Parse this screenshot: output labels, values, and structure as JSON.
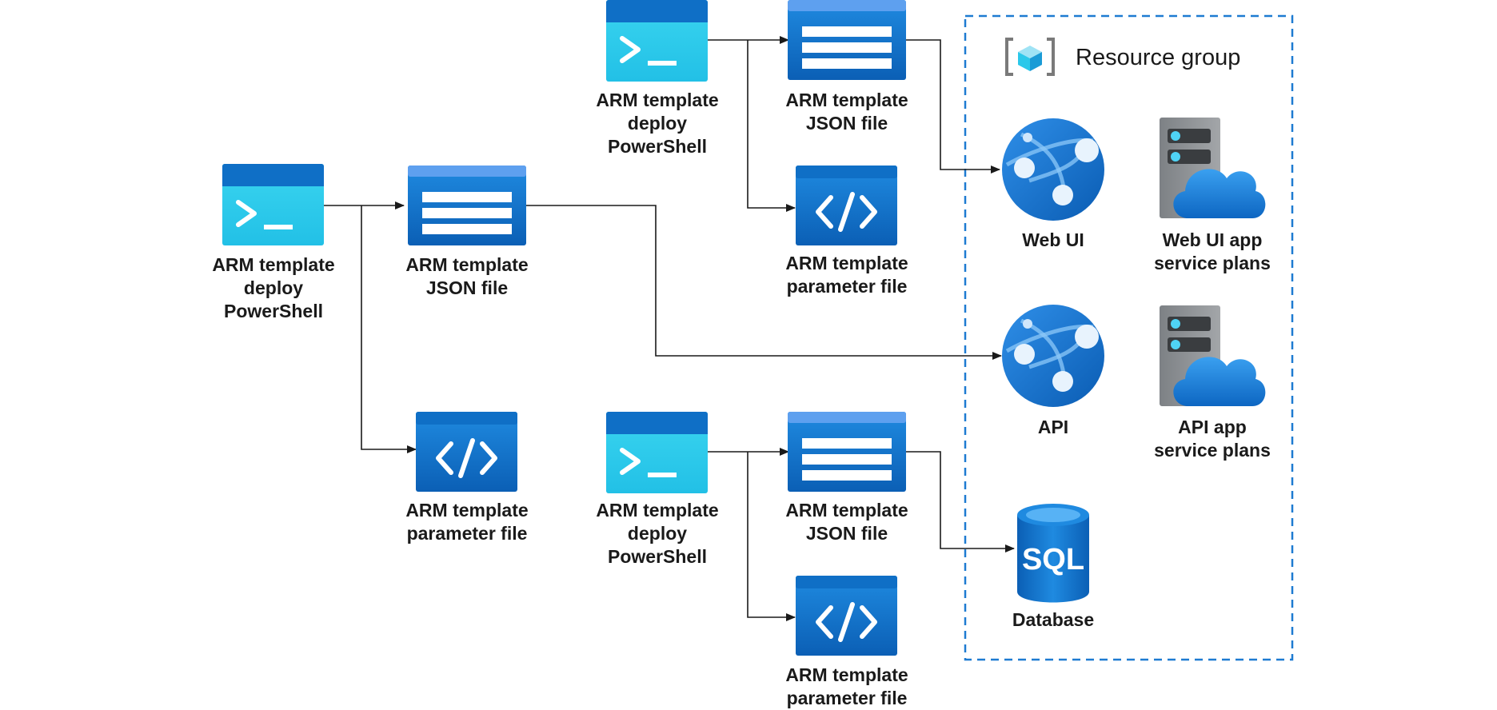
{
  "diagram": {
    "resource_group": {
      "title": "Resource group"
    },
    "nodes": {
      "deploy_main": {
        "icon": "powershell-terminal-icon",
        "label": [
          "ARM template",
          "deploy",
          "PowerShell"
        ]
      },
      "json_main": {
        "icon": "arm-json-file-icon",
        "label": [
          "ARM template",
          "JSON file"
        ]
      },
      "param_main": {
        "icon": "arm-parameter-file-icon",
        "label": [
          "ARM template",
          "parameter file"
        ]
      },
      "deploy_top": {
        "icon": "powershell-terminal-icon",
        "label": [
          "ARM template",
          "deploy",
          "PowerShell"
        ]
      },
      "json_top": {
        "icon": "arm-json-file-icon",
        "label": [
          "ARM template",
          "JSON file"
        ]
      },
      "param_top": {
        "icon": "arm-parameter-file-icon",
        "label": [
          "ARM template",
          "parameter file"
        ]
      },
      "deploy_bottom": {
        "icon": "powershell-terminal-icon",
        "label": [
          "ARM template",
          "deploy",
          "PowerShell"
        ]
      },
      "json_bottom": {
        "icon": "arm-json-file-icon",
        "label": [
          "ARM template",
          "JSON file"
        ]
      },
      "param_bottom": {
        "icon": "arm-parameter-file-icon",
        "label": [
          "ARM template",
          "parameter file"
        ]
      },
      "web_ui": {
        "icon": "app-service-globe-icon",
        "label": [
          "Web UI"
        ]
      },
      "web_ui_plan": {
        "icon": "app-service-plan-icon",
        "label": [
          "Web UI app",
          "service plans"
        ]
      },
      "api": {
        "icon": "app-service-globe-icon",
        "label": [
          "API"
        ]
      },
      "api_plan": {
        "icon": "app-service-plan-icon",
        "label": [
          "API app",
          "service plans"
        ]
      },
      "database": {
        "icon": "sql-database-icon",
        "label": [
          "Database"
        ],
        "badge": "SQL"
      }
    },
    "edges": [
      {
        "from": "deploy_main",
        "to": "json_main"
      },
      {
        "from": "deploy_main",
        "to": "param_main"
      },
      {
        "from": "json_main",
        "to": "api"
      },
      {
        "from": "deploy_top",
        "to": "json_top"
      },
      {
        "from": "deploy_top",
        "to": "param_top"
      },
      {
        "from": "json_top",
        "to": "web_ui"
      },
      {
        "from": "deploy_bottom",
        "to": "json_bottom"
      },
      {
        "from": "deploy_bottom",
        "to": "param_bottom"
      },
      {
        "from": "json_bottom",
        "to": "database"
      }
    ]
  },
  "colors": {
    "icon_dark_blue": "#0f6fc6",
    "icon_light_blue": "#2bc8ea",
    "icon_header_blue": "#5ea0ef",
    "group_border": "#1e7bd1",
    "connector": "#1a1a1a",
    "server_gray": "#8a8d90"
  }
}
